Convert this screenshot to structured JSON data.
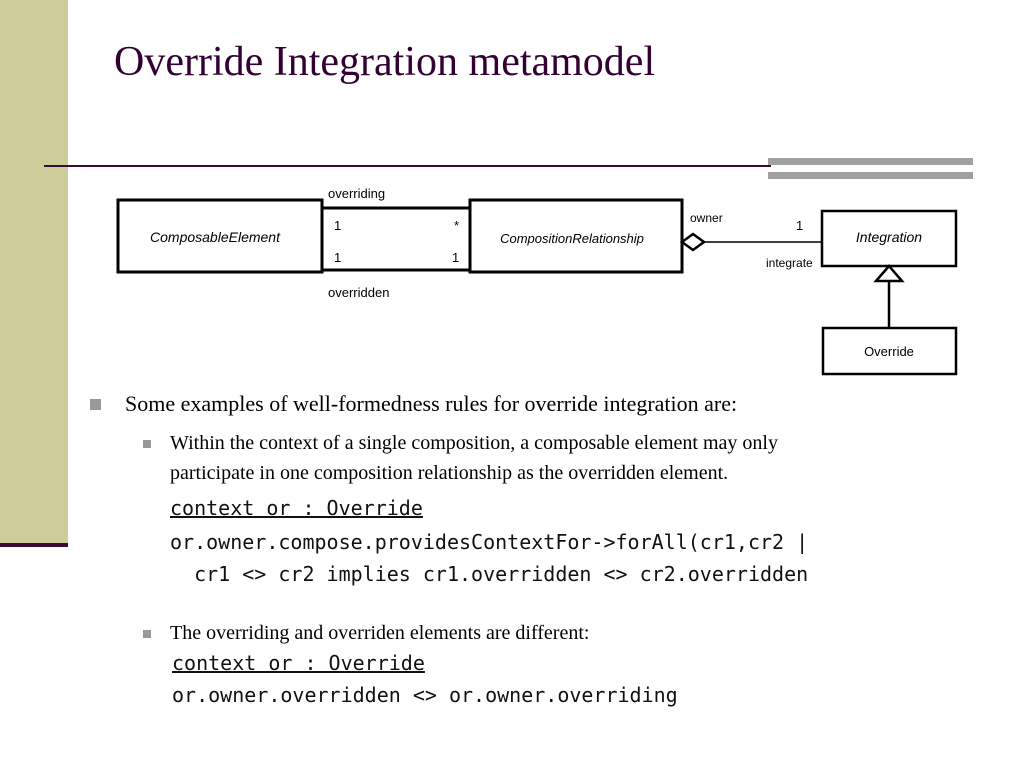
{
  "slide": {
    "title": "Override Integration metamodel"
  },
  "diagram": {
    "classes": {
      "composable_element": "ComposableElement",
      "composition_relationship": "CompositionRelationship",
      "integration": "Integration",
      "override": "Override"
    },
    "roles": {
      "overriding": "overriding",
      "overridden": "overridden",
      "owner": "owner",
      "integrate": "integrate"
    },
    "multiplicities": {
      "overriding_left": "1",
      "overriding_right": "*",
      "overridden_left": "1",
      "overridden_right": "1",
      "owner_right": "1"
    }
  },
  "content": {
    "bullet_main": "Some examples of well-formedness rules for override integration are:",
    "rule1": {
      "text_line1": "Within the context of a single composition, a composable element may only",
      "text_line2": "participate in one composition relationship as the overridden element.",
      "code_line1": "context or : Override",
      "code_line2": "or.owner.compose.providesContextFor->forAll(cr1,cr2 |",
      "code_line3": "  cr1 <> cr2 implies cr1.overridden <> cr2.overridden"
    },
    "rule2": {
      "text": "The overriding and overriden elements are different:",
      "code_line1": "context or : Override",
      "code_line2": "or.owner.overridden <> or.owner.overriding"
    }
  },
  "colors": {
    "sidebar": "#cccc99",
    "title": "#330033",
    "rule": "#3b0a36",
    "bullet": "#999999"
  }
}
